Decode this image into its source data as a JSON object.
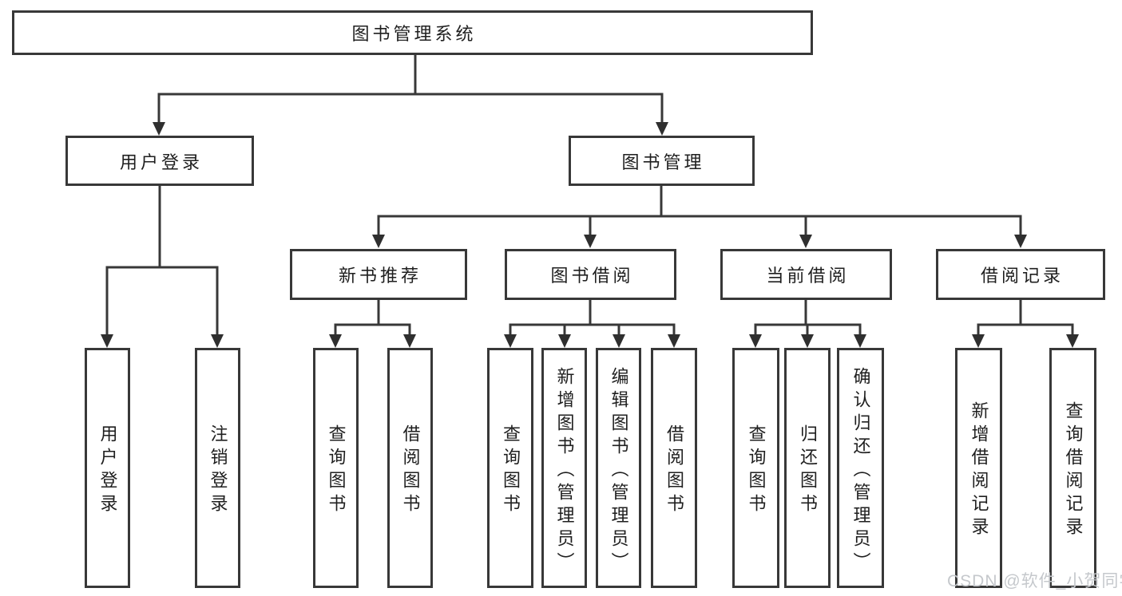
{
  "diagram": {
    "root": {
      "label": "图书管理系统"
    },
    "branches": [
      {
        "label": "用户登录",
        "children": [
          {
            "label": "用户登录"
          },
          {
            "label": "注销登录"
          }
        ]
      },
      {
        "label": "图书管理",
        "children": [
          {
            "label": "新书推荐",
            "children": [
              {
                "label": "查询图书"
              },
              {
                "label": "借阅图书"
              }
            ]
          },
          {
            "label": "图书借阅",
            "children": [
              {
                "label": "查询图书"
              },
              {
                "label": "新增图书（管理员）"
              },
              {
                "label": "编辑图书（管理员）"
              },
              {
                "label": "借阅图书"
              }
            ]
          },
          {
            "label": "当前借阅",
            "children": [
              {
                "label": "查询图书"
              },
              {
                "label": "归还图书"
              },
              {
                "label": "确认归还（管理员）"
              }
            ]
          },
          {
            "label": "借阅记录",
            "children": [
              {
                "label": "新增借阅记录"
              },
              {
                "label": "查询借阅记录"
              }
            ]
          }
        ]
      }
    ]
  },
  "watermark": {
    "text": "CSDN @软件_小贺同学"
  },
  "colors": {
    "line": "#383838",
    "box_border": "#383838",
    "text": "#1f1f1f",
    "watermark": "#c5c8cc",
    "background": "#ffffff"
  }
}
